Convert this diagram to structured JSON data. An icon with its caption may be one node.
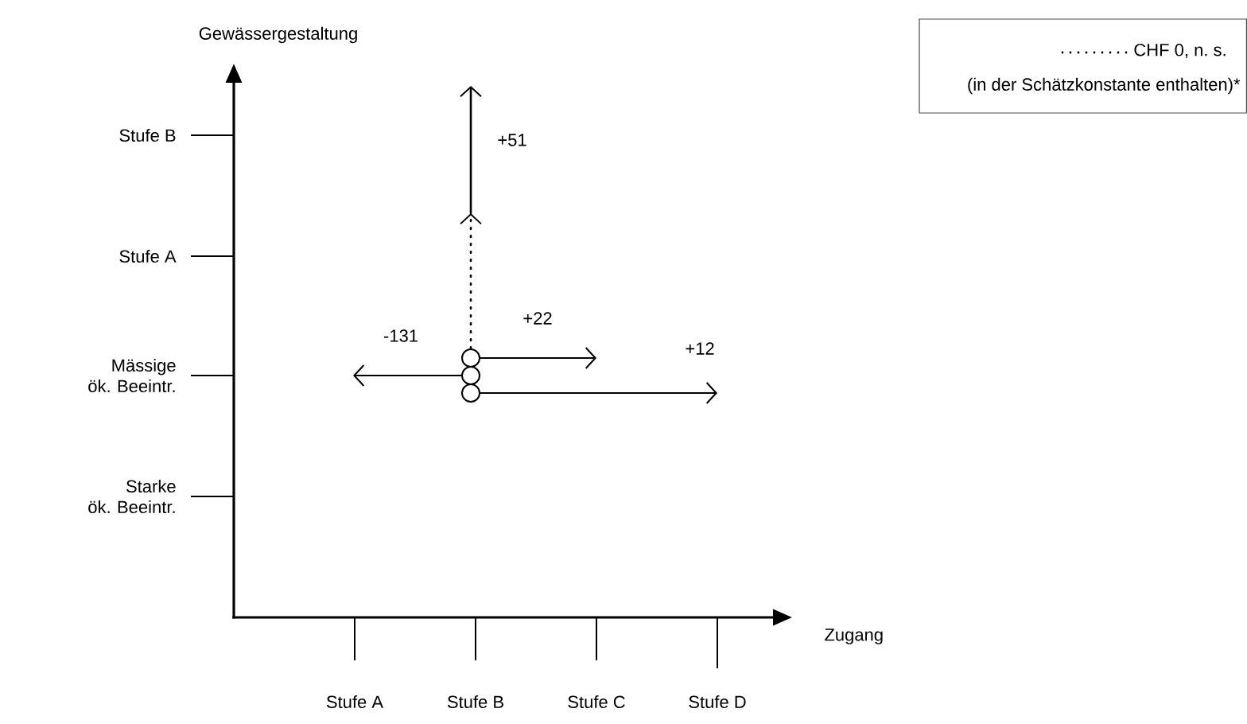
{
  "diagram": {
    "nodes": [
      {
        "text": [],
        "shape": "circle"
      },
      {
        "text": [],
        "shape": "circle"
      },
      {
        "text": [],
        "shape": "circle"
      }
    ],
    "edges": [
      {
        "from": 0,
        "to": null,
        "arrow": "to",
        "label": "+51",
        "style": "dashed"
      },
      {
        "from": 0,
        "to": null,
        "arrow": "to",
        "label": "+22"
      },
      {
        "from": 1,
        "to": null,
        "arrow": "to",
        "label": "-131"
      },
      {
        "from": 2,
        "to": null,
        "arrow": "to",
        "label": "+12"
      }
    ],
    "labels": [
      "Gewässergestaltung",
      "Stufe B",
      "Stufe A",
      "Mässige ök. Beeintr.",
      "Starke ök. Beeintr.",
      "Zugang",
      "Stufe A",
      "Stufe B",
      "Stufe C",
      "Stufe D",
      "(in der Schätzkonstante enthalten)*"
    ],
    "legend": [
      {
        "text": "CHF 0, n. s."
      }
    ]
  }
}
